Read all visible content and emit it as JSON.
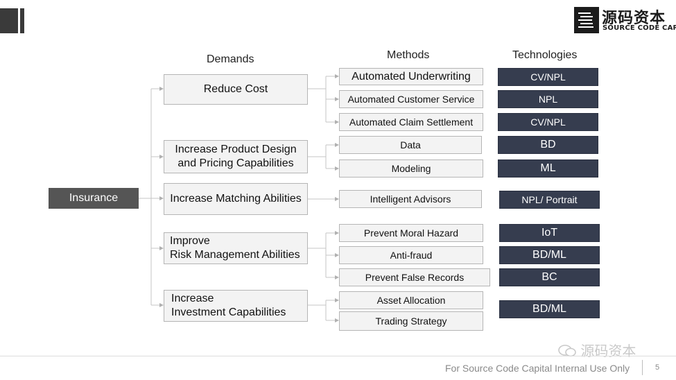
{
  "logo": {
    "name_cn": "源码资本",
    "name_en": "SOURCE CODE CAPITAL"
  },
  "headers": {
    "demands": "Demands",
    "methods": "Methods",
    "technologies": "Technologies"
  },
  "root": "Insurance",
  "demands": [
    {
      "lines": [
        "Reduce Cost"
      ]
    },
    {
      "lines": [
        "Increase Product Design",
        "and Pricing Capabilities"
      ]
    },
    {
      "lines": [
        "Increase Matching Abilities"
      ]
    },
    {
      "lines": [
        "Improve",
        "Risk Management Abilities"
      ]
    },
    {
      "lines": [
        "Increase",
        "Investment Capabilities"
      ]
    }
  ],
  "methods": [
    "Automated Underwriting",
    "Automated Customer Service",
    "Automated Claim Settlement",
    "Data",
    "Modeling",
    "Intelligent Advisors",
    "Prevent Moral Hazard",
    "Anti-fraud",
    "Prevent False Records",
    "Asset Allocation",
    "Trading Strategy"
  ],
  "technologies": [
    "CV/NPL",
    "NPL",
    "CV/NPL",
    "BD",
    "ML",
    "NPL/ Portrait",
    "IoT",
    "BD/ML",
    "BC",
    "BD/ML"
  ],
  "watermark": "源码资本",
  "footer": {
    "text": "For Source Code Capital Internal Use Only",
    "page": "5"
  },
  "colors": {
    "tech_fill": "#363d4f",
    "root_fill": "#555555",
    "box_fill": "#f3f3f3",
    "box_border": "#b5b5b5"
  }
}
